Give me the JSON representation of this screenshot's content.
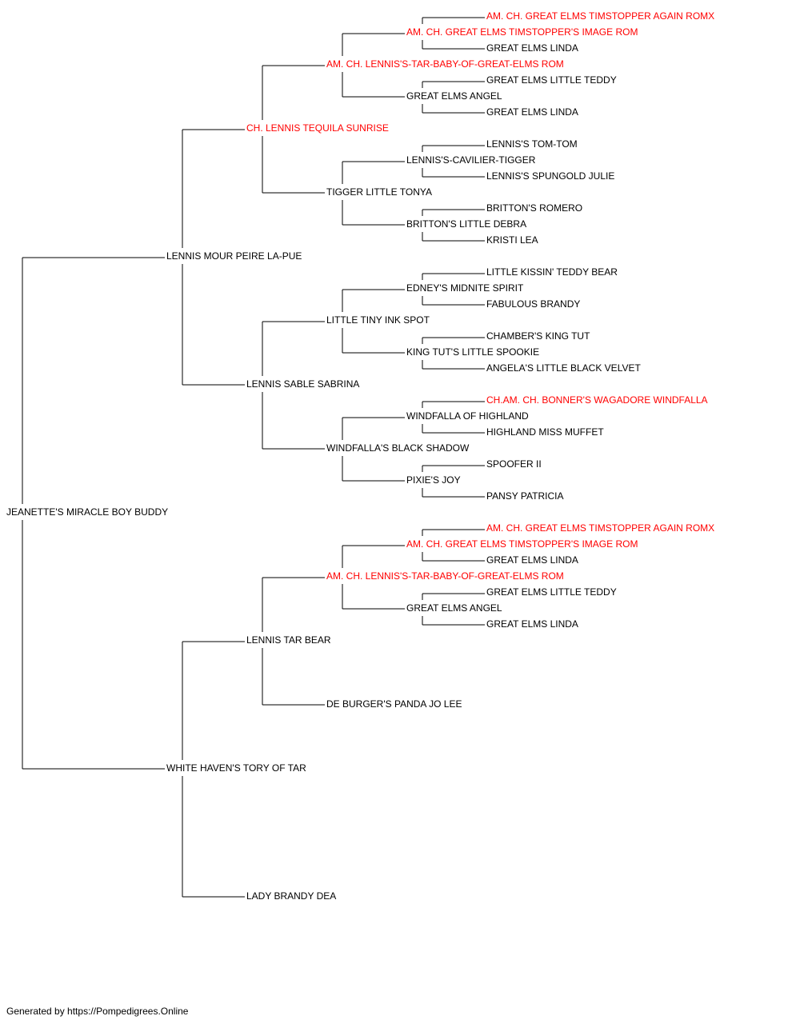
{
  "colors": {
    "titled": "#ff0000",
    "normal": "#000000",
    "line": "#000000"
  },
  "pedigree": {
    "name": "JEANETTE'S MIRACLE BOY BUDDY",
    "sire": {
      "name": "LENNIS MOUR PEIRE LA-PUE",
      "sire": {
        "name": "CH. LENNIS TEQUILA SUNRISE",
        "titled": true,
        "sire": {
          "name": "AM. CH. LENNIS'S-TAR-BABY-OF-GREAT-ELMS ROM",
          "titled": true,
          "sire": {
            "name": "AM. CH. GREAT ELMS TIMSTOPPER'S IMAGE ROM",
            "titled": true,
            "sire": {
              "name": "AM. CH. GREAT ELMS TIMSTOPPER AGAIN ROMX",
              "titled": true
            },
            "dam": {
              "name": "GREAT ELMS LINDA"
            }
          },
          "dam": {
            "name": "GREAT ELMS ANGEL",
            "sire": {
              "name": "GREAT ELMS LITTLE TEDDY"
            },
            "dam": {
              "name": "GREAT ELMS LINDA"
            }
          }
        },
        "dam": {
          "name": "TIGGER LITTLE TONYA",
          "sire": {
            "name": "LENNIS'S-CAVILIER-TIGGER",
            "sire": {
              "name": "LENNIS'S TOM-TOM"
            },
            "dam": {
              "name": "LENNIS'S SPUNGOLD JULIE"
            }
          },
          "dam": {
            "name": "BRITTON'S LITTLE DEBRA",
            "sire": {
              "name": "BRITTON'S ROMERO"
            },
            "dam": {
              "name": "KRISTI LEA"
            }
          }
        }
      },
      "dam": {
        "name": "LENNIS SABLE SABRINA",
        "sire": {
          "name": "LITTLE TINY INK SPOT",
          "sire": {
            "name": "EDNEY'S MIDNITE SPIRIT",
            "sire": {
              "name": "LITTLE KISSIN' TEDDY BEAR"
            },
            "dam": {
              "name": "FABULOUS BRANDY"
            }
          },
          "dam": {
            "name": "KING TUT'S LITTLE SPOOKIE",
            "sire": {
              "name": "CHAMBER'S KING TUT"
            },
            "dam": {
              "name": "ANGELA'S LITTLE BLACK VELVET"
            }
          }
        },
        "dam": {
          "name": "WINDFALLA'S BLACK SHADOW",
          "sire": {
            "name": "WINDFALLA OF HIGHLAND",
            "sire": {
              "name": "CH.AM. CH. BONNER'S WAGADORE WINDFALLA",
              "titled": true
            },
            "dam": {
              "name": "HIGHLAND MISS MUFFET"
            }
          },
          "dam": {
            "name": "PIXIE'S JOY",
            "sire": {
              "name": "SPOOFER II"
            },
            "dam": {
              "name": "PANSY PATRICIA"
            }
          }
        }
      }
    },
    "dam": {
      "name": "WHITE HAVEN'S TORY OF TAR",
      "sire": {
        "name": "LENNIS TAR BEAR",
        "sire": {
          "name": "AM. CH. LENNIS'S-TAR-BABY-OF-GREAT-ELMS ROM",
          "titled": true,
          "sire": {
            "name": "AM. CH. GREAT ELMS TIMSTOPPER'S IMAGE ROM",
            "titled": true,
            "sire": {
              "name": "AM. CH. GREAT ELMS TIMSTOPPER AGAIN ROMX",
              "titled": true
            },
            "dam": {
              "name": "GREAT ELMS LINDA"
            }
          },
          "dam": {
            "name": "GREAT ELMS ANGEL",
            "sire": {
              "name": "GREAT ELMS LITTLE TEDDY"
            },
            "dam": {
              "name": "GREAT ELMS LINDA"
            }
          }
        },
        "dam": {
          "name": "DE BURGER'S PANDA JO LEE"
        }
      },
      "dam": {
        "name": "LADY BRANDY DEA"
      }
    }
  },
  "footer": "Generated by https://Pompedigrees.Online"
}
